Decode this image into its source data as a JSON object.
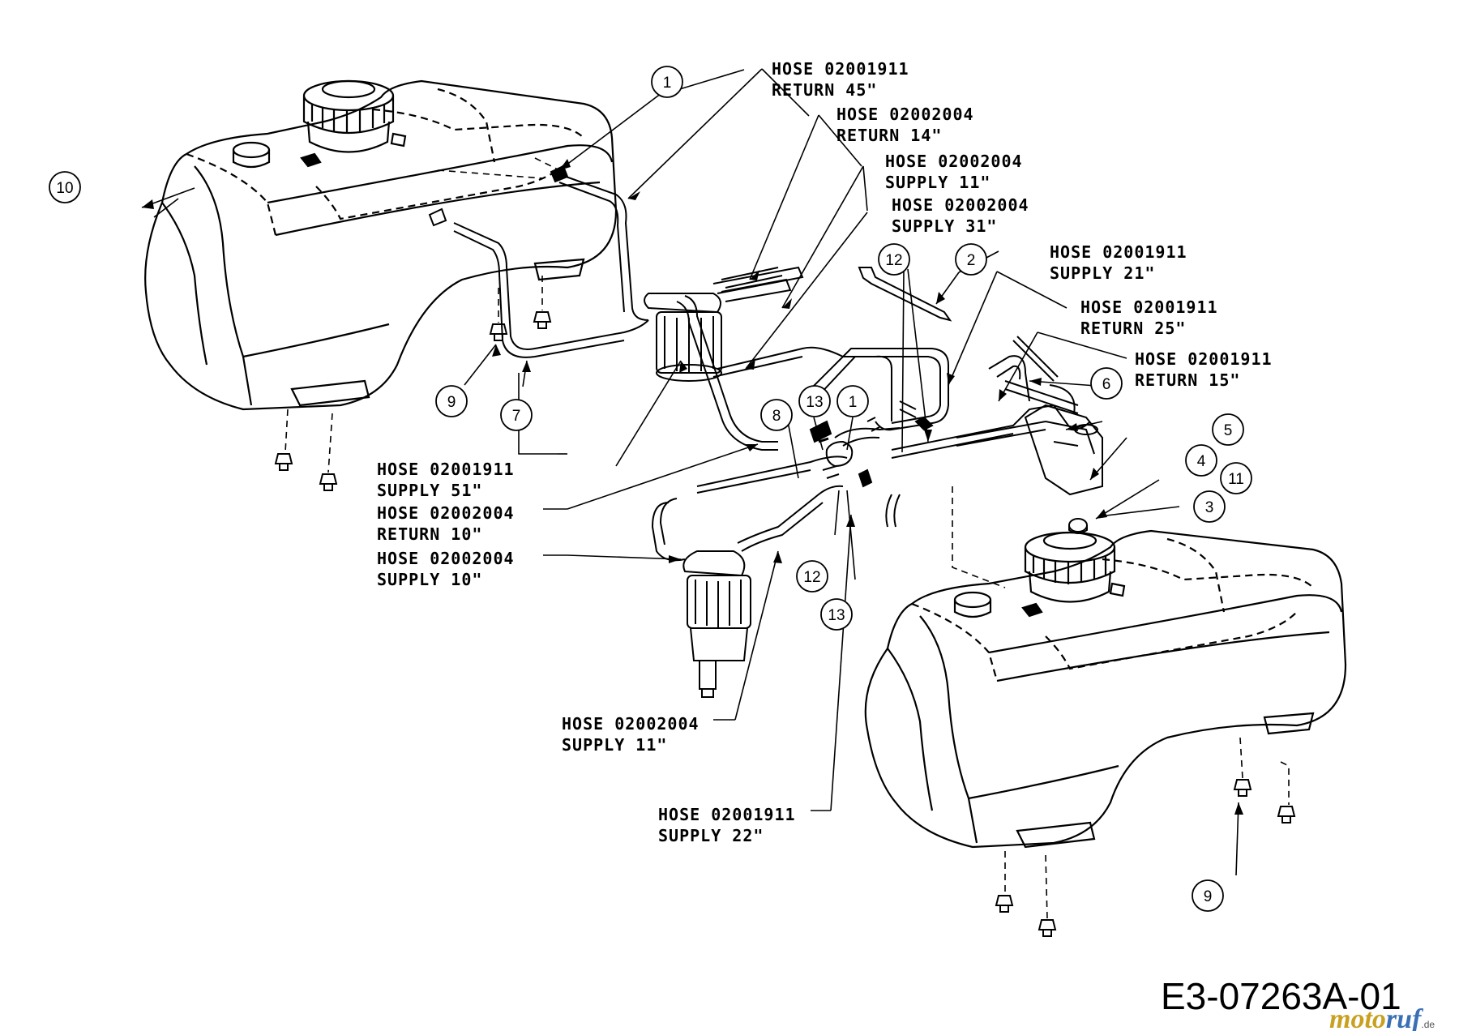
{
  "diagram": {
    "reference_code": "E3-07263A-01",
    "watermark": {
      "part1": "moto",
      "part2": "ruf",
      "suffix": ".de"
    },
    "callouts": [
      {
        "id": "c1a",
        "label": "1"
      },
      {
        "id": "c10",
        "label": "10"
      },
      {
        "id": "c9a",
        "label": "9"
      },
      {
        "id": "c7",
        "label": "7"
      },
      {
        "id": "c12a",
        "label": "12"
      },
      {
        "id": "c2",
        "label": "2"
      },
      {
        "id": "c6",
        "label": "6"
      },
      {
        "id": "c5",
        "label": "5"
      },
      {
        "id": "c4",
        "label": "4"
      },
      {
        "id": "c11",
        "label": "11"
      },
      {
        "id": "c3",
        "label": "3"
      },
      {
        "id": "c8",
        "label": "8"
      },
      {
        "id": "c13a",
        "label": "13"
      },
      {
        "id": "c1b",
        "label": "1"
      },
      {
        "id": "c12b",
        "label": "12"
      },
      {
        "id": "c13b",
        "label": "13"
      },
      {
        "id": "c9b",
        "label": "9"
      }
    ],
    "hose_labels": [
      {
        "id": "h1",
        "line1": "HOSE 02001911",
        "line2": "RETURN 45\""
      },
      {
        "id": "h2",
        "line1": "HOSE 02002004",
        "line2": "RETURN 14\""
      },
      {
        "id": "h3",
        "line1": "HOSE 02002004",
        "line2": "SUPPLY 11\""
      },
      {
        "id": "h4",
        "line1": "HOSE 02002004",
        "line2": "SUPPLY 31\""
      },
      {
        "id": "h5",
        "line1": "HOSE 02001911",
        "line2": "SUPPLY 21\""
      },
      {
        "id": "h6",
        "line1": "HOSE 02001911",
        "line2": "RETURN 25\""
      },
      {
        "id": "h7",
        "line1": "HOSE 02001911",
        "line2": "RETURN 15\""
      },
      {
        "id": "h8",
        "line1": "HOSE 02001911",
        "line2": "SUPPLY 51\""
      },
      {
        "id": "h9",
        "line1": "HOSE 02002004",
        "line2": "RETURN 10\""
      },
      {
        "id": "h10",
        "line1": "HOSE 02002004",
        "line2": "SUPPLY 10\""
      },
      {
        "id": "h11",
        "line1": "HOSE 02002004",
        "line2": "SUPPLY 11\""
      },
      {
        "id": "h12",
        "line1": "HOSE 02001911",
        "line2": "SUPPLY 22\""
      }
    ]
  }
}
